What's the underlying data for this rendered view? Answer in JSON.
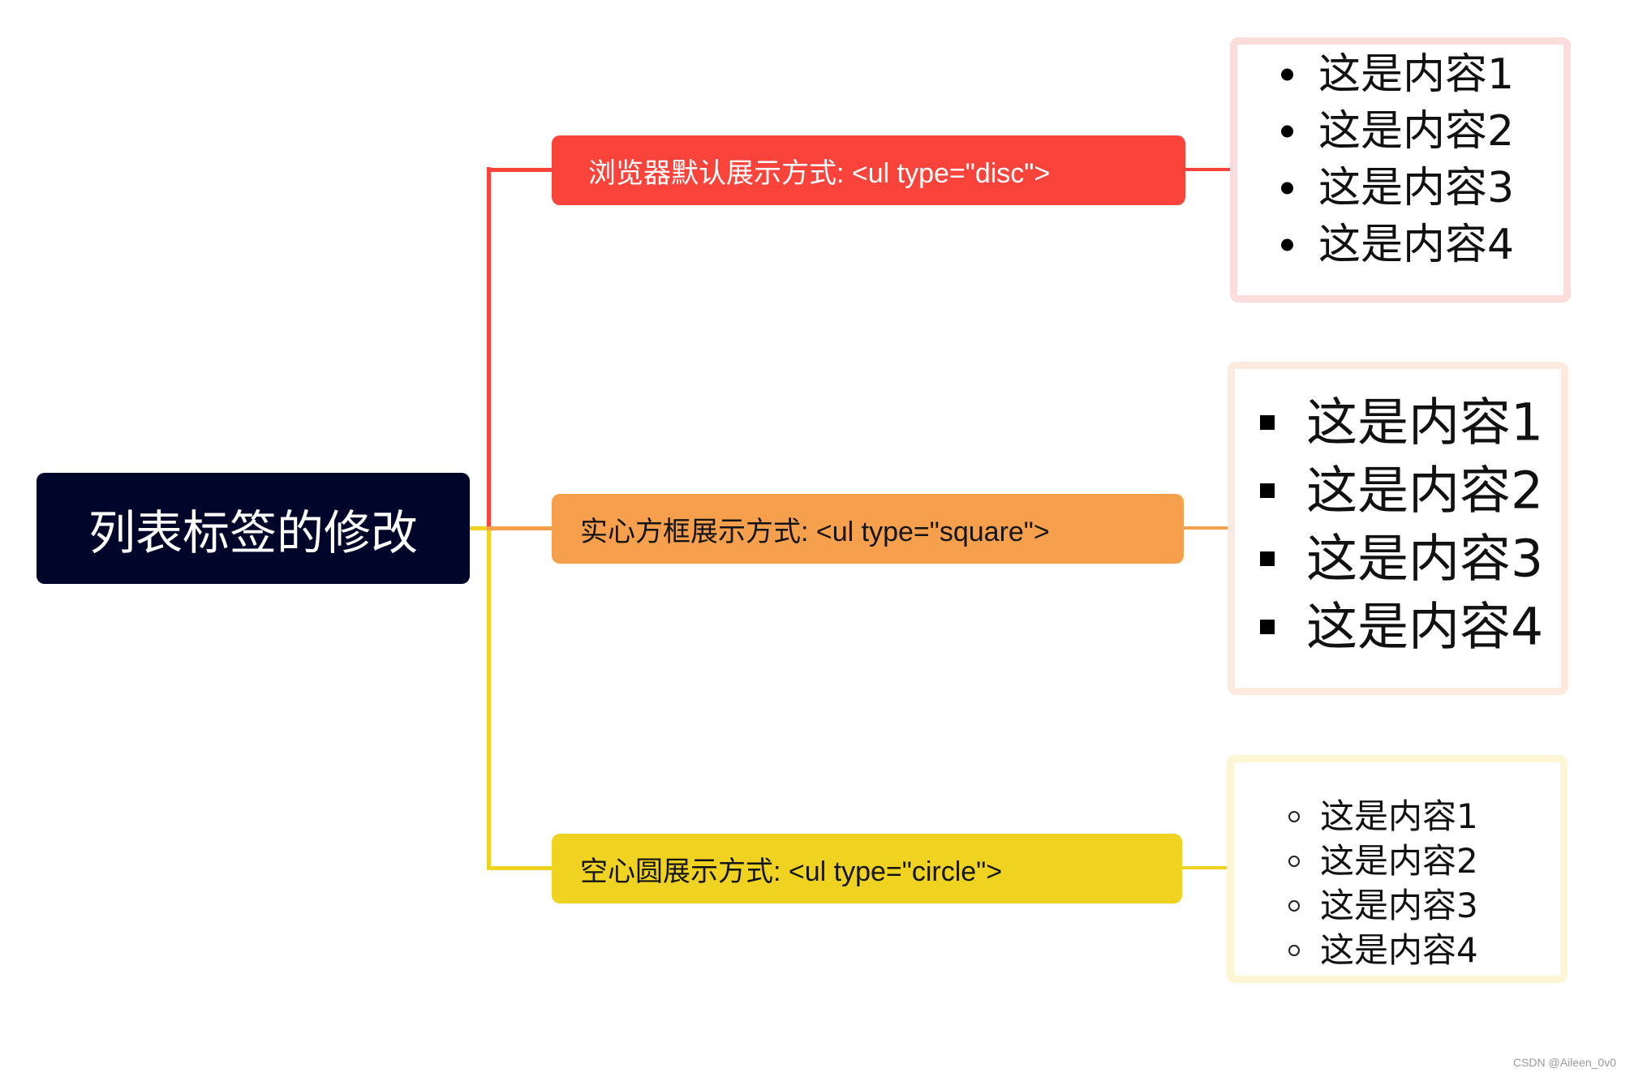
{
  "colors": {
    "root": "#00062a",
    "red": "#fa433a",
    "orange": "#f6a04e",
    "yellow": "#f0d321",
    "pink_border": "#fddcdc",
    "peach_border": "#fdeade",
    "light_yellow_border": "#fdf5d4"
  },
  "root": {
    "title": "列表标签的修改"
  },
  "branches": [
    {
      "label": "浏览器默认展示方式: <ul type=\"disc\">",
      "bullet_icon": "filled-disc-bullet",
      "items": [
        "这是内容1",
        "这是内容2",
        "这是内容3",
        "这是内容4"
      ]
    },
    {
      "label": "实心方框展示方式: <ul type=\"square\">",
      "bullet_icon": "filled-square-bullet",
      "items": [
        "这是内容1",
        "这是内容2",
        "这是内容3",
        "这是内容4"
      ]
    },
    {
      "label": "空心圆展示方式: <ul type=\"circle\">",
      "bullet_icon": "hollow-circle-bullet",
      "items": [
        "这是内容1",
        "这是内容2",
        "这是内容3",
        "这是内容4"
      ]
    }
  ],
  "watermark": "CSDN @Aileen_0v0"
}
